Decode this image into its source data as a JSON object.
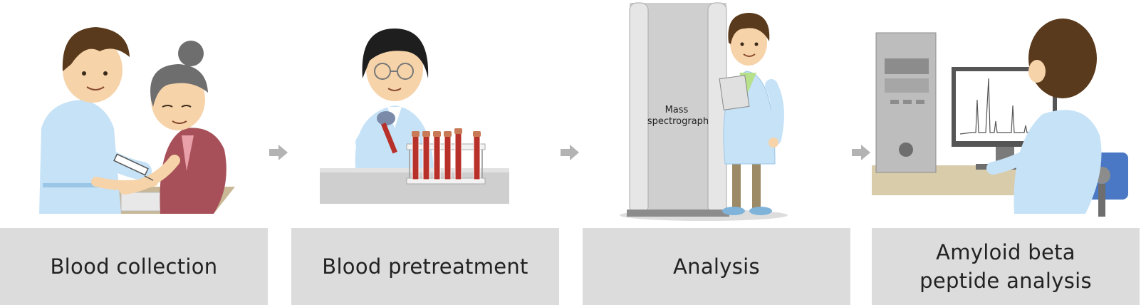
{
  "steps": [
    {
      "label": "Blood collection"
    },
    {
      "label": "Blood pretreatment"
    },
    {
      "label": "Analysis"
    },
    {
      "label": "Amyloid beta\npeptide analysis"
    }
  ],
  "annotations": {
    "mass_spectrograph": [
      "Mass",
      "spectrograph"
    ]
  },
  "colors": {
    "label_bg": "#dcdcdc",
    "arrow": "#b3b3b3",
    "coat": "#c6e2f7",
    "blood": "#b8302a",
    "hair_brown": "#5a3a1c",
    "hair_gray": "#6e6e6e",
    "skin": "#f6d3a9"
  },
  "icons": [
    "arrow-right-icon",
    "arrow-right-icon",
    "arrow-right-icon"
  ]
}
